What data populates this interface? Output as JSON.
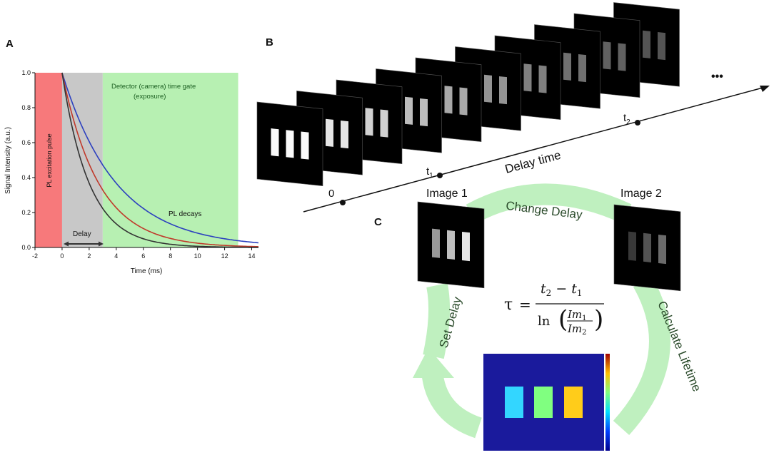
{
  "panels": {
    "a": "A",
    "b": "B",
    "c": "C"
  },
  "colors": {
    "excitation": "#f7797b",
    "delay_region": "#c8c8c8",
    "gate_region": "#b7f0b2",
    "ring": "#bff0bf",
    "frame": "#000000",
    "heatmap_bg": "#1a1a9c"
  },
  "chart_data": {
    "type": "line",
    "xlabel": "Time (ms)",
    "ylabel": "Signal Intensity (a.u.)",
    "xlim": [
      -2,
      14.5
    ],
    "ylim": [
      0,
      1.0
    ],
    "x_ticks": [
      "-2",
      "0",
      "2",
      "4",
      "6",
      "8",
      "10",
      "12",
      "14"
    ],
    "y_ticks": [
      "0.0",
      "0.2",
      "0.4",
      "0.6",
      "0.8",
      "1.0"
    ],
    "grid": false,
    "shaded_regions": [
      {
        "label": "PL excitation pulse",
        "x": [
          -2,
          0
        ],
        "color": "#f7797b"
      },
      {
        "label": "Delay",
        "x": [
          0,
          3
        ],
        "color": "#c8c8c8"
      },
      {
        "label": "Detector (camera) time gate (exposure)",
        "x": [
          3,
          13
        ],
        "color": "#b7f0b2"
      }
    ],
    "series": [
      {
        "color": "#2b3fbf",
        "tau_ms": 4.0
      },
      {
        "color": "#c0392b",
        "tau_ms": 2.7
      },
      {
        "color": "#333333",
        "tau_ms": 2.0
      }
    ],
    "annotations": {
      "excitation": "PL excitation pulse",
      "gate_line1": "Detector (camera) time gate",
      "gate_line2": "(exposure)",
      "decays": "PL decays",
      "delay": "Delay"
    }
  },
  "sequence": {
    "axis_label": "Delay time",
    "zero_label": "0",
    "t1_label": "t",
    "t1_sub": "1",
    "t2_label": "t",
    "t2_sub": "2",
    "ellipsis": "•••",
    "frame_brightness": [
      0.98,
      0.9,
      0.82,
      0.74,
      0.66,
      0.58,
      0.5,
      0.44,
      0.38,
      0.33
    ]
  },
  "cycle": {
    "image1_label": "Image 1",
    "image2_label": "Image 2",
    "change_delay": "Change Delay",
    "set_delay": "Set Delay",
    "calculate_lifetime": "Calculate Lifetime",
    "image1_brightness": [
      0.6,
      0.75,
      0.9
    ],
    "image2_brightness": [
      0.22,
      0.32,
      0.42
    ],
    "heatmap_colors": [
      "#33d6ff",
      "#80ff80",
      "#ffcc1a"
    ]
  },
  "formula": {
    "tau": "τ",
    "equals": "=",
    "numerator": "t",
    "num_sub_a": "2",
    "minus": " − t",
    "num_sub_b": "1",
    "ln": "ln",
    "im_top": "Im",
    "im_top_sub": "1",
    "im_bottom": "Im",
    "im_bottom_sub": "2"
  }
}
